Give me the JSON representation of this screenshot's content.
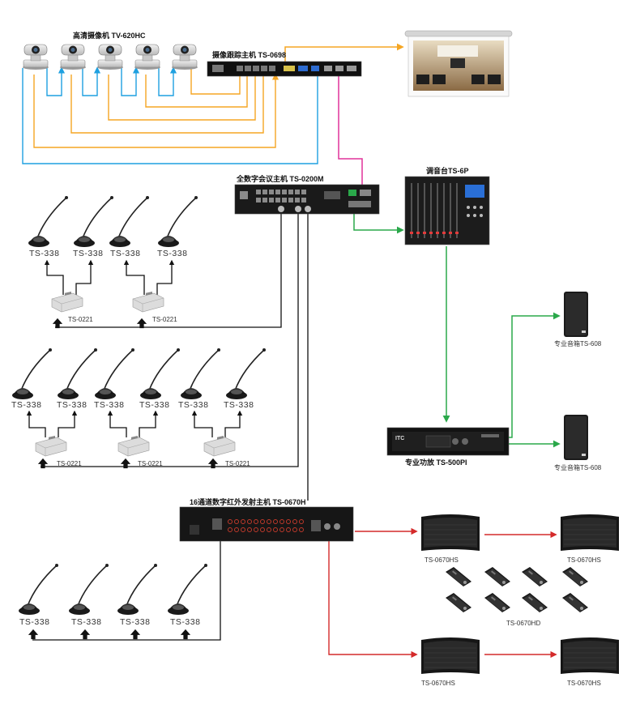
{
  "labels": {
    "camera_group": "高清摄像机 TV-620HC",
    "tracking_host": "摄像跟踪主机 TS-0698",
    "conference_host": "全数字会议主机 TS-0200M",
    "mixer": "调音台TS-6P",
    "speaker_top": "专业音箱TS-608",
    "speaker_bottom": "专业音箱TS-608",
    "amplifier": "专业功放  TS-500PI",
    "ir_transmitter": "16通道数字红外发射主机  TS-0670H",
    "receiver_headset": "TS-0670HD",
    "mic_model": "TS-338",
    "splitter_model": "TS-0221",
    "radiator_model": "TS-0670HS"
  },
  "colors": {
    "video_orange": "#f5a623",
    "control_blue": "#1ea0e0",
    "vga_magenta": "#e0329a",
    "audio_green": "#2aa84a",
    "ir_red": "#d42a2a",
    "cable_black": "#111111"
  },
  "icons": [
    "camera-icon",
    "projector-screen-icon",
    "microphone-icon",
    "splitter-box-icon",
    "speaker-cabinet-icon",
    "ir-radiator-icon",
    "receiver-remote-icon",
    "arrow-up-icon"
  ]
}
